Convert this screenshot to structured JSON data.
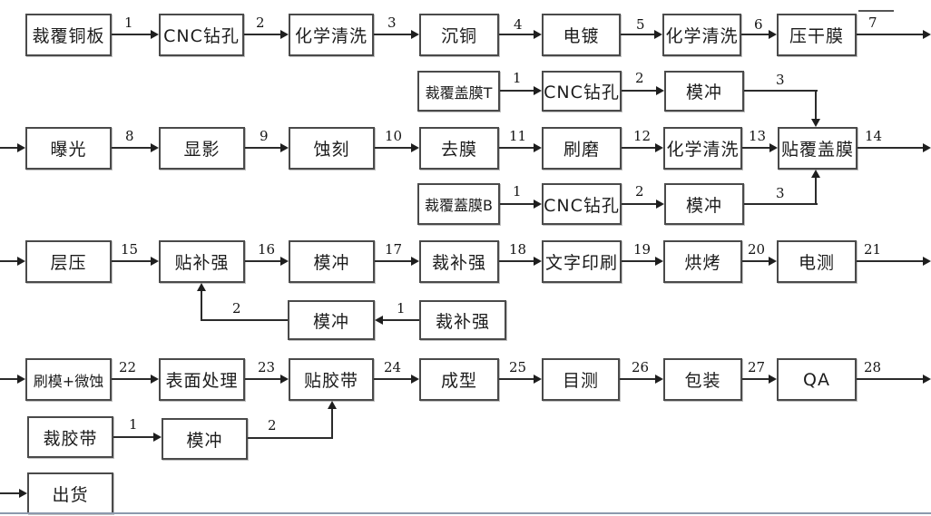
{
  "flow": {
    "row1": {
      "boxes": [
        "裁覆铜板",
        "CNC钻孔",
        "化学清洗",
        "沉铜",
        "电镀",
        "化学清洗",
        "压干膜"
      ],
      "arrows": [
        "1",
        "2",
        "3",
        "4",
        "5",
        "6",
        "7"
      ]
    },
    "subT": {
      "boxes": [
        "裁覆盖膜T",
        "CNC钻孔",
        "模冲"
      ],
      "arrows": [
        "1",
        "2",
        "3"
      ]
    },
    "row2": {
      "boxes": [
        "曝光",
        "显影",
        "蚀刻",
        "去膜",
        "刷磨",
        "化学清洗",
        "贴覆盖膜"
      ],
      "arrows": [
        "8",
        "9",
        "10",
        "11",
        "12",
        "13",
        "14"
      ]
    },
    "subB": {
      "boxes": [
        "裁覆蓋膜B",
        "CNC钻孔",
        "模冲"
      ],
      "arrows": [
        "1",
        "2",
        "3"
      ]
    },
    "row3": {
      "boxes": [
        "层压",
        "贴补强",
        "模冲",
        "裁补强",
        "文字印刷",
        "烘烤",
        "电测"
      ],
      "arrows": [
        "15",
        "16",
        "17",
        "18",
        "19",
        "20",
        "21"
      ]
    },
    "subS": {
      "boxes": [
        "模冲",
        "裁补强"
      ],
      "arrows": [
        "1",
        "2"
      ]
    },
    "row4": {
      "boxes": [
        "刷模+微蚀",
        "表面处理",
        "贴胶带",
        "成型",
        "目测",
        "包装",
        "QA"
      ],
      "arrows": [
        "22",
        "23",
        "24",
        "25",
        "26",
        "27",
        "28"
      ]
    },
    "subTape": {
      "boxes": [
        "裁胶带",
        "模冲"
      ],
      "arrows": [
        "1",
        "2"
      ]
    },
    "final": {
      "boxes": [
        "出货"
      ]
    }
  },
  "colors": {
    "line": "#2b2b2b",
    "box_border": "#4a4a4a",
    "bottom_rule": "#8c99ad"
  }
}
